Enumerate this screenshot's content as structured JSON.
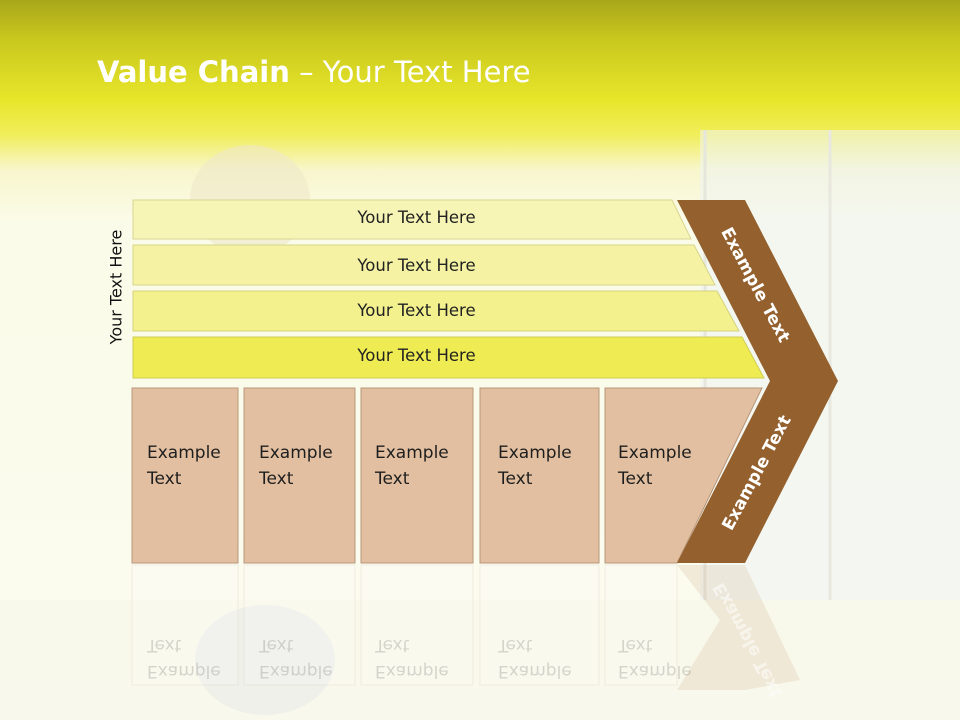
{
  "title": {
    "bold": "Value Chain",
    "rest": " – Your Text Here"
  },
  "side_label": "Your Text Here",
  "bands": [
    "Your Text Here",
    "Your Text Here",
    "Your Text Here",
    "Your Text Here"
  ],
  "boxes": [
    {
      "line1": "Example",
      "line2": "Text"
    },
    {
      "line1": "Example",
      "line2": "Text"
    },
    {
      "line1": "Example",
      "line2": "Text"
    },
    {
      "line1": "Example",
      "line2": "Text"
    },
    {
      "line1": "Example",
      "line2": "Text"
    }
  ],
  "arrow_labels": [
    "Example Text",
    "Example Text"
  ],
  "colors": {
    "band_light": "#f7f5b6",
    "band_mid": "#f3f18e",
    "band_strong": "#eeec52",
    "box_fill": "#e2bfa0",
    "box_stroke": "#b8977a",
    "chevron": "#93602e"
  }
}
